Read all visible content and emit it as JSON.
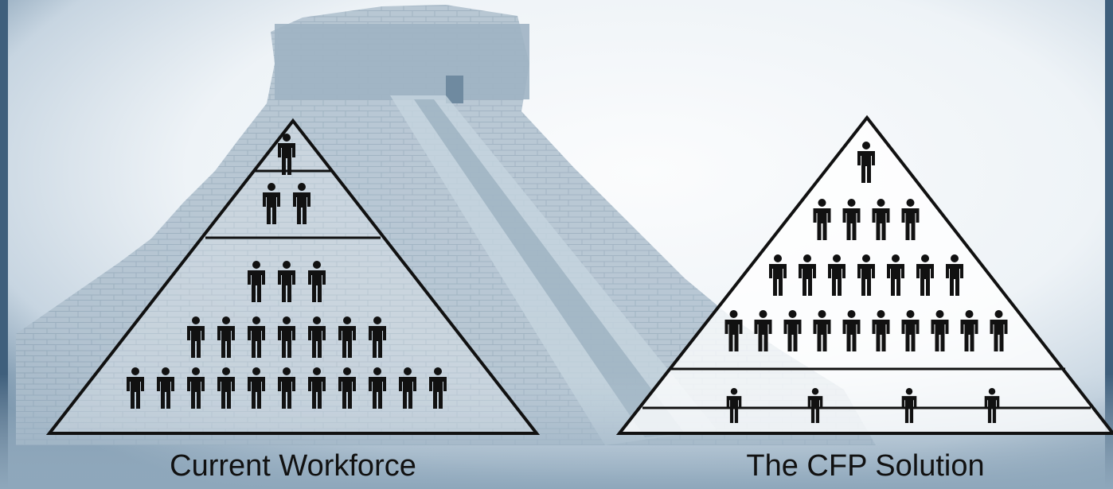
{
  "diagrams": [
    {
      "caption": "Current Workforce",
      "tiers": [
        {
          "rows": [
            1
          ]
        },
        {
          "rows": [
            2
          ]
        },
        {
          "rows": [
            3,
            7,
            11
          ]
        }
      ]
    },
    {
      "caption": "The CFP Solution",
      "tiers": [
        {
          "rows": [
            1,
            4,
            7,
            10
          ]
        },
        {
          "rows": []
        },
        {
          "rows": [
            4
          ]
        }
      ]
    }
  ],
  "colors": {
    "background_frame": "#3f5f7c",
    "sky": "#f4f7fa",
    "stone": "#a9bccb",
    "figure": "#111111",
    "line": "#111111"
  },
  "icons": [
    "person-icon",
    "pyramid-temple-background"
  ]
}
